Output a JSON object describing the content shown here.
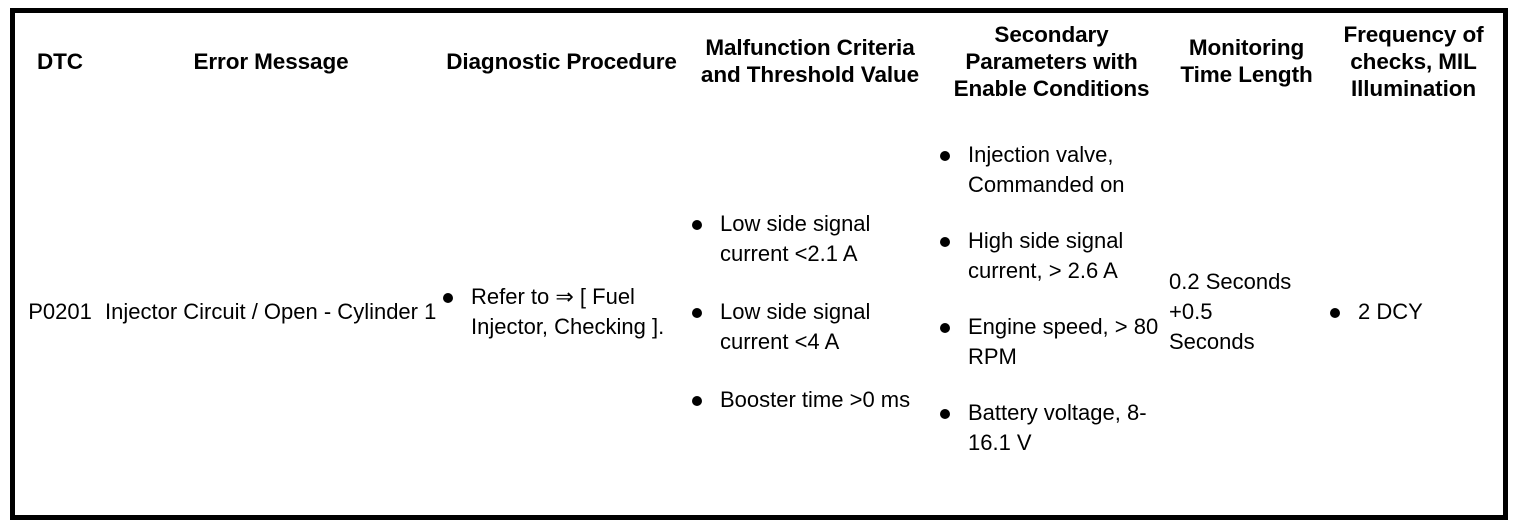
{
  "table": {
    "headers": [
      "DTC",
      "Error Message",
      "Diagnostic Procedure",
      "Malfunction Criteria and Threshold Value",
      "Secondary Parameters with Enable Conditions",
      "Monitoring Time Length",
      "Frequency of checks, MIL Illumination"
    ],
    "rows": [
      {
        "dtc": "P0201",
        "error_message": "Injector Circuit / Open - Cylinder 1",
        "diagnostic_procedure": [
          "Refer to ⇒ [ Fuel Injector, Checking ]."
        ],
        "malfunction_criteria": [
          "Low side signal current <2.1 A",
          "Low side signal current <4 A",
          "Booster time >0 ms"
        ],
        "secondary_parameters": [
          "Injection valve, Commanded on",
          "High side signal current, > 2.6 A",
          "Engine speed, > 80 RPM",
          "Battery voltage, 8-16.1 V"
        ],
        "monitoring_time_length": "0.2 Seconds\n+0.5\nSeconds",
        "frequency_of_checks": [
          "2 DCY"
        ]
      }
    ]
  },
  "style": {
    "border_color": "#000000",
    "text_color": "#000000",
    "background": "#ffffff"
  }
}
